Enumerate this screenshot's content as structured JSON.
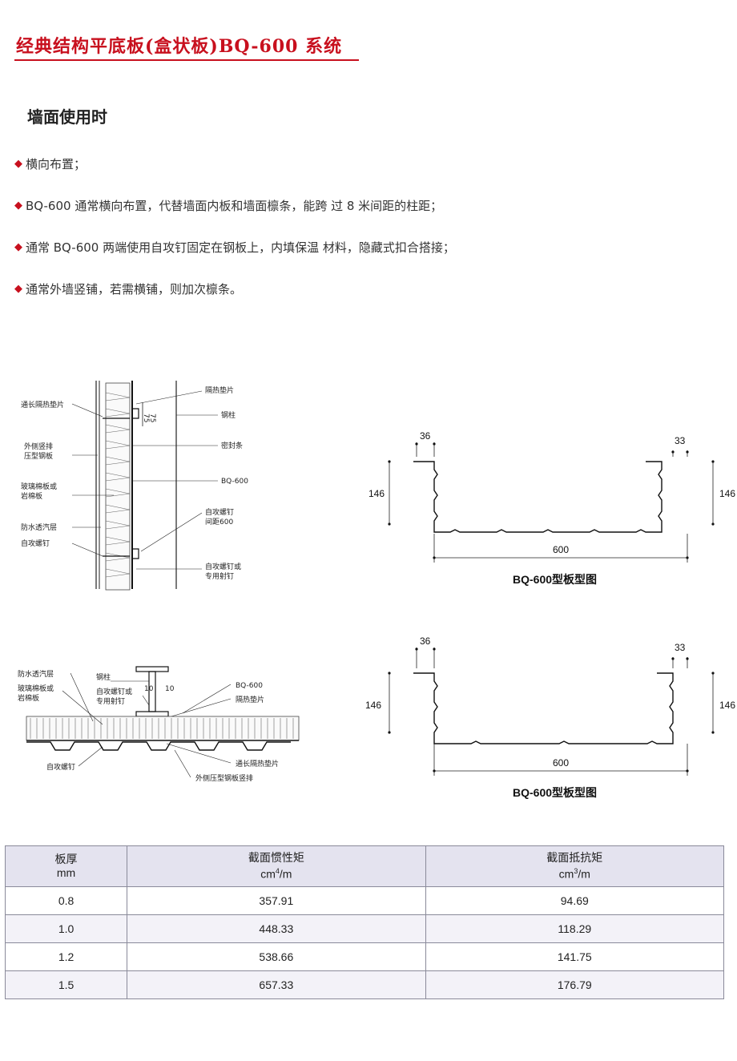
{
  "page": {
    "title": "经典结构平底板(盒状板)BQ-600 系统",
    "section_title": "墙面使用时",
    "bullets": [
      "横向布置；",
      "BQ-600 通常横向布置，代替墙面内板和墙面檩条，能跨 过 8 米间距的柱距；",
      "通常 BQ-600 两端使用自攻钉固定在钢板上，内填保温 材料，隐藏式扣合搭接；",
      "通常外墙竖铺，若需横铺，则加次檩条。"
    ],
    "bullet_marker": "◆",
    "accent_color": "#c8101e"
  },
  "diagram_wall_vertical": {
    "labels_left": [
      "通长隔热垫片",
      "外侧竖排",
      "压型钢板",
      "玻璃棉板或",
      "岩棉板",
      "防水透汽层",
      "自攻螺钉"
    ],
    "labels_right": [
      "隔热垫片",
      "钢柱",
      "密封条",
      "BQ-600",
      "自攻螺钉",
      "间距600",
      "自攻螺钉或",
      "专用射钉"
    ],
    "dims": [
      "75",
      "75"
    ]
  },
  "diagram_wall_horizontal": {
    "labels": [
      "防水透汽层",
      "玻璃棉板或",
      "岩棉板",
      "钢柱",
      "自攻螺钉或",
      "专用射钉",
      "BQ-600",
      "隔热垫片",
      "自攻螺钉",
      "通长隔热垫片",
      "外侧压型钢板竖排"
    ],
    "dims": [
      "10",
      "10"
    ]
  },
  "profile_1": {
    "dim_left_top": "36",
    "dim_right_top": "33",
    "height_left": "146",
    "height_right": "146",
    "width": "600",
    "caption": "BQ-600型板型图"
  },
  "profile_2": {
    "dim_left_top": "36",
    "dim_right_top": "33",
    "height_left": "146",
    "height_right": "146",
    "width": "600",
    "caption": "BQ-600型板型图"
  },
  "table": {
    "headers": [
      {
        "line1": "板厚",
        "line2": "mm",
        "sup": "",
        "line2b": ""
      },
      {
        "line1": "截面惯性矩",
        "line2": "cm",
        "sup": "4",
        "line2b": "/m"
      },
      {
        "line1": "截面抵抗矩",
        "line2": "cm",
        "sup": "3",
        "line2b": "/m"
      }
    ],
    "rows": [
      [
        "0.8",
        "357.91",
        "94.69"
      ],
      [
        "1.0",
        "448.33",
        "118.29"
      ],
      [
        "1.2",
        "538.66",
        "141.75"
      ],
      [
        "1.5",
        "657.33",
        "176.79"
      ]
    ]
  }
}
